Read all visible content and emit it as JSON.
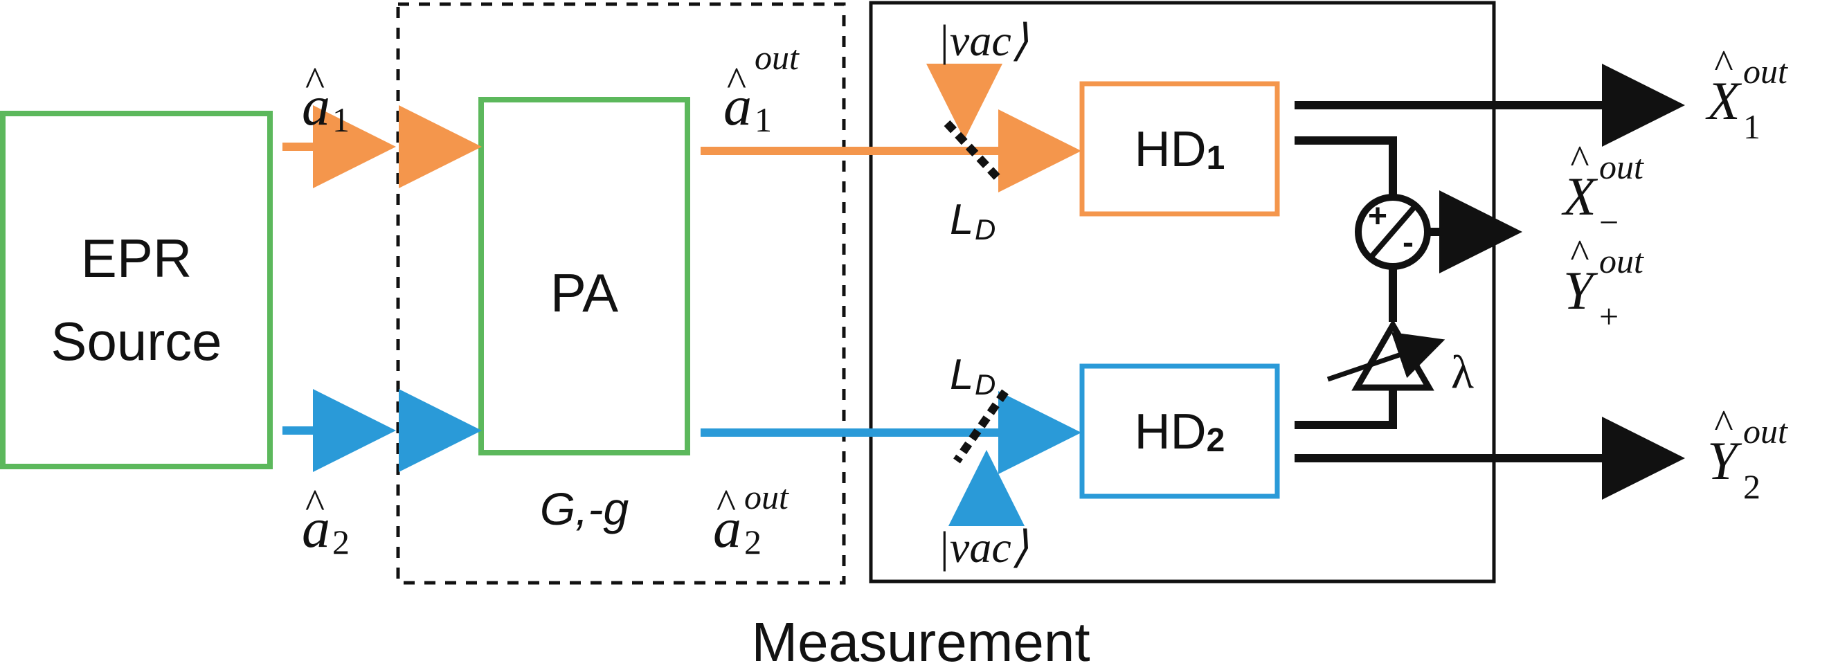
{
  "colors": {
    "green": "#5cb85c",
    "orange": "#f4964c",
    "blue": "#2a9ad8",
    "black": "#111111"
  },
  "blocks": {
    "epr_line1": "EPR",
    "epr_line2": "Source",
    "pa": "PA",
    "pa_gain": "G,-g",
    "hd1": "HD",
    "hd1_sub": "1",
    "hd2": "HD",
    "hd2_sub": "2",
    "measurement": "Measurement"
  },
  "beam_labels": {
    "a1_base": "a",
    "a1_sub": "1",
    "a2_base": "a",
    "a2_sub": "2",
    "a1out_base": "a",
    "a1out_sub": "1",
    "a1out_sup": "out",
    "a2out_base": "a",
    "a2out_sub": "2",
    "a2out_sup": "out"
  },
  "loss_labels": {
    "ld1_base": "L",
    "ld1_sub": "D",
    "ld2_base": "L",
    "ld2_sub": "D",
    "vac1": "|vac⟩",
    "vac2": "|vac⟩"
  },
  "outputs": {
    "x1_base": "X",
    "x1_sub": "1",
    "x1_sup": "out",
    "xminus_base": "X",
    "xminus_sub": "−",
    "xminus_sup": "out",
    "yplus_base": "Y",
    "yplus_sub": "+",
    "yplus_sup": "out",
    "y2_base": "Y",
    "y2_sub": "2",
    "y2_sup": "out",
    "lambda": "λ",
    "combiner": "+/-"
  }
}
